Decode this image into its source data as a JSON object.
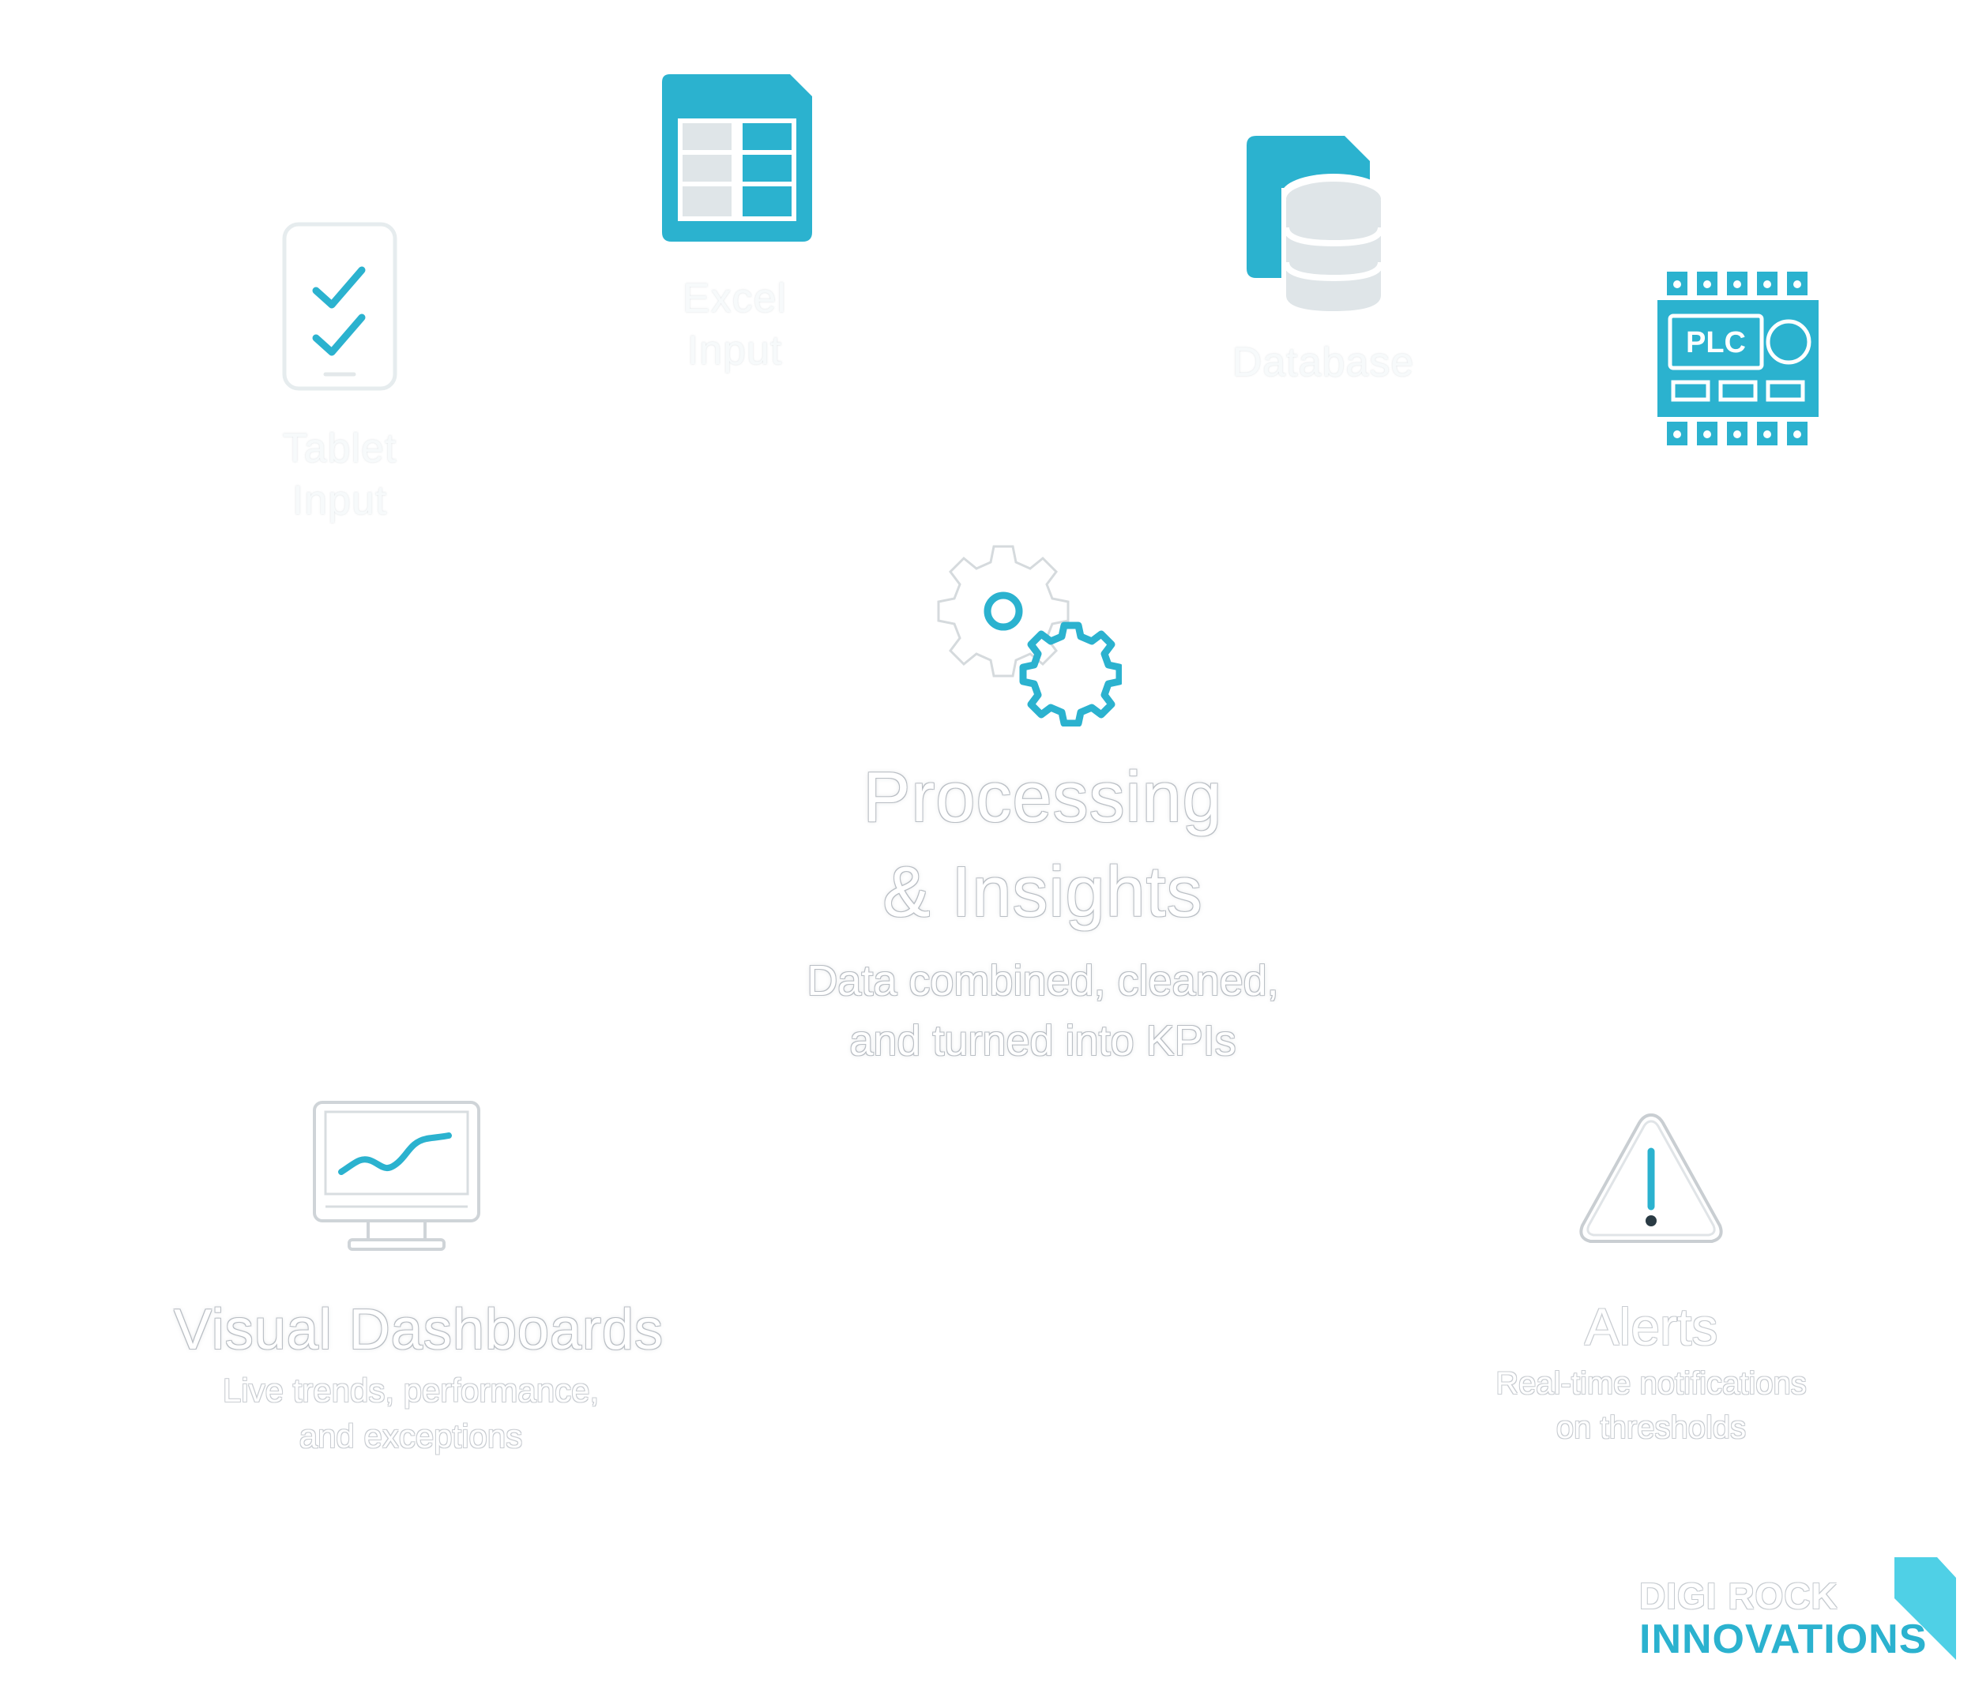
{
  "sources": {
    "tablet": {
      "line1": "Tablet",
      "line2": "Input",
      "icon": "tablet-checklist-icon"
    },
    "excel": {
      "line1": "Excel",
      "line2": "Input",
      "icon": "spreadsheet-icon"
    },
    "database": {
      "label": "Database",
      "icon": "database-icon"
    },
    "plc": {
      "badge": "PLC",
      "icon": "plc-controller-icon"
    }
  },
  "processing": {
    "title_line1": "Processing",
    "title_line2": "& Insights",
    "desc_line1": "Data combined, cleaned,",
    "desc_line2": "and turned into KPIs",
    "icon": "gears-icon"
  },
  "dashboards": {
    "title": "Visual Dashboards",
    "sub_line1": "Live trends, performance,",
    "sub_line2": "and exceptions",
    "icon": "monitor-trend-icon"
  },
  "alerts": {
    "title": "Alerts",
    "sub_line1": "Real-time notifications",
    "sub_line2": "on thresholds",
    "icon": "warning-triangle-icon"
  },
  "brand": {
    "line1": "DIGI ROCK",
    "line2": "INNOVATIONS",
    "accent": "#2bb2cf"
  },
  "colors": {
    "teal": "#2bb2cf",
    "light_gray": "#dfe5e8"
  }
}
